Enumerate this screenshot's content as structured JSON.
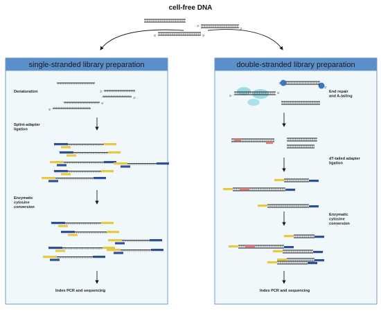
{
  "title": "cell-free DNA",
  "strand_ends": {
    "five": "5'",
    "three": "3'"
  },
  "left_panel": {
    "title": "single-stranded library preparation",
    "steps": [
      "Denaturation",
      "Splint-adapter\nligation",
      "Enzymatic\ncytosine\nconversion",
      "Index PCR and sequencing"
    ]
  },
  "right_panel": {
    "title": "double-stranded library preparation",
    "steps": [
      "End repair\nand A-tailing",
      "dT-tailed adapter\nligation",
      "Enzymatic\ncytosine\nconversion",
      "Index PCR and sequencing"
    ]
  },
  "colors": {
    "panel_header": "#5b8fc9",
    "panel_border": "#6b9ad0",
    "panel_fill": "#f1f8fc",
    "adapter_blue": "#2e4f9c",
    "adapter_yellow": "#e8c840",
    "converted_red": "#e07878",
    "enzyme": "#7fd0e0",
    "bead": "#3a78c0"
  }
}
